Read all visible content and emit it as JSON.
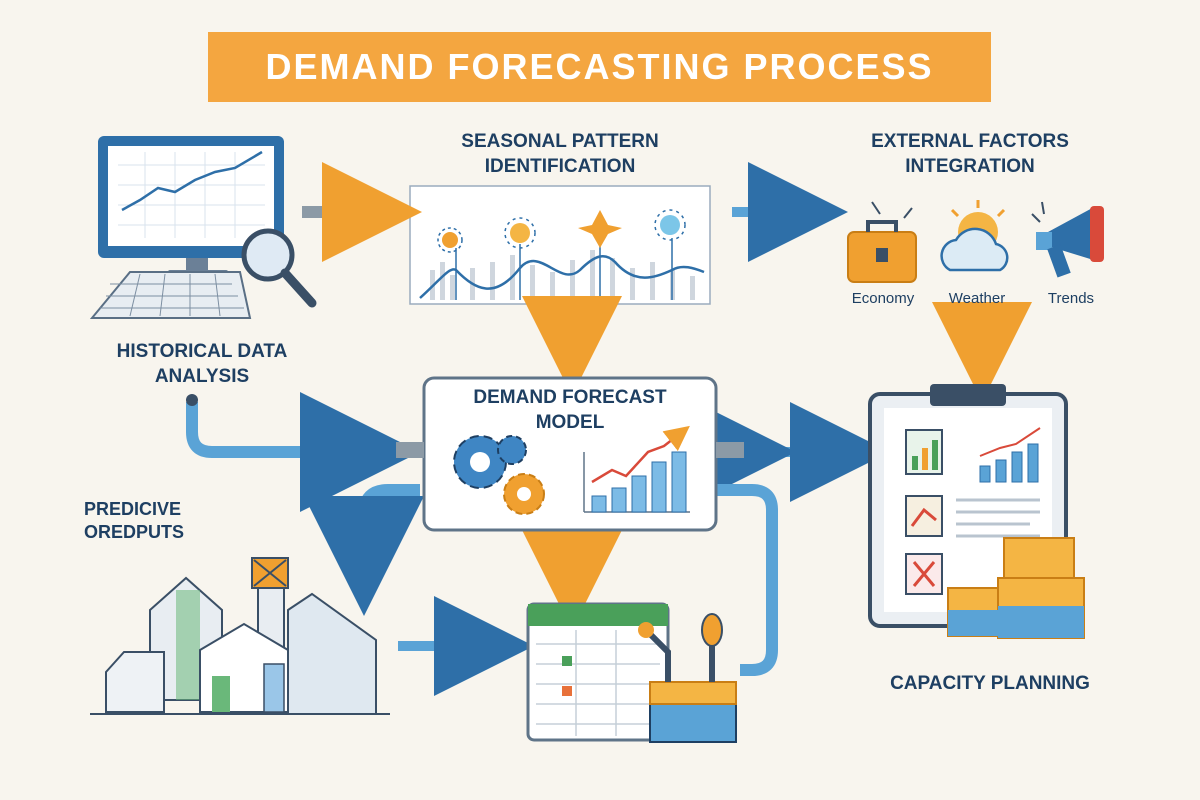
{
  "title": "DEMAND FORECASTING PROCESS",
  "stages": {
    "historical": "HISTORICAL DATA\nANALYSIS",
    "seasonal": "SEASONAL PATTERN\nIDENTIFICATION",
    "external": "EXTERNAL FACTORS\nINTEGRATION",
    "model": "DEMAND FORECAST\nMODEL",
    "predictive": "PREDICIVE\nOREDPUTS",
    "capacity": "CAPACITY PLANNING"
  },
  "factors": [
    "Economy",
    "Weather",
    "Trends"
  ],
  "colors": {
    "banner": "#f4a640",
    "heading": "#1e3f62",
    "arrow_blue": "#5aa3d6",
    "arrow_orange": "#f0a030",
    "background": "#f8f5ee"
  },
  "icons": [
    "computer-monitor-icon",
    "keyboard-icon",
    "magnifier-icon",
    "seasonal-chart-icon",
    "briefcase-icon",
    "cloud-sun-icon",
    "megaphone-icon",
    "gears-icon",
    "growth-chart-icon",
    "clipboard-icon",
    "boxes-icon",
    "factory-icon",
    "spreadsheet-icon",
    "robot-arm-icon"
  ]
}
